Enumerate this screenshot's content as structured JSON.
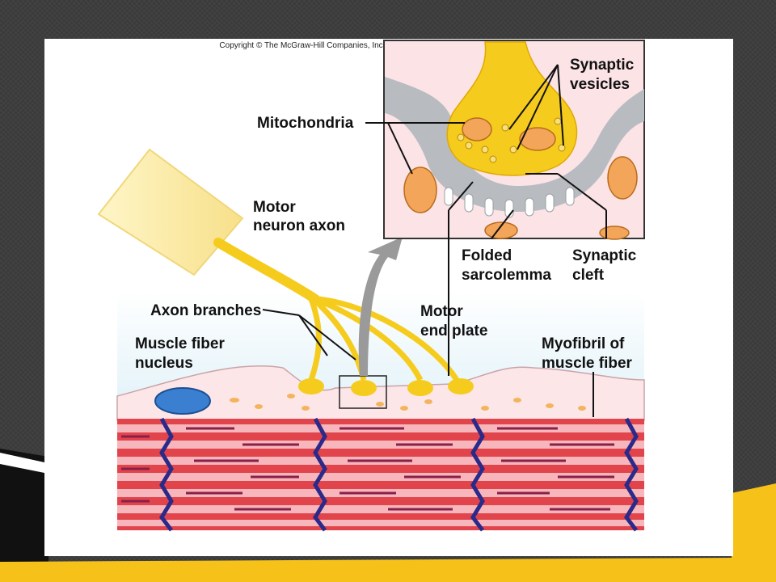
{
  "slide": {
    "colors": {
      "background": "#3b3b3b",
      "accent": "#f6c21a",
      "panel": "#ffffff"
    }
  },
  "figure": {
    "copyright": "Copyright © The McGraw-Hill Companies, Inc. Permission required for reproduction or display.",
    "labels": {
      "synaptic_vesicles": [
        "Synaptic",
        "vesicles"
      ],
      "mitochondria": "Mitochondria",
      "motor_neuron_axon": [
        "Motor",
        "neuron axon"
      ],
      "folded_sarcolemma": [
        "Folded",
        "sarcolemma"
      ],
      "synaptic_cleft": [
        "Synaptic",
        "cleft"
      ],
      "axon_branches": "Axon branches",
      "motor_end_plate": [
        "Motor",
        "end plate"
      ],
      "muscle_fiber_nucleus": [
        "Muscle fiber",
        "nucleus"
      ],
      "myofibril": [
        "Myofibril of",
        "muscle fiber"
      ]
    },
    "colors": {
      "axon": "#f5cc1e",
      "inset_bg": "#fbe3e6",
      "cleft": "#b8bcc0",
      "mitochondria": "#f3a55a",
      "muscle": "#e2444c",
      "nucleus": "#3a7fd0"
    }
  }
}
